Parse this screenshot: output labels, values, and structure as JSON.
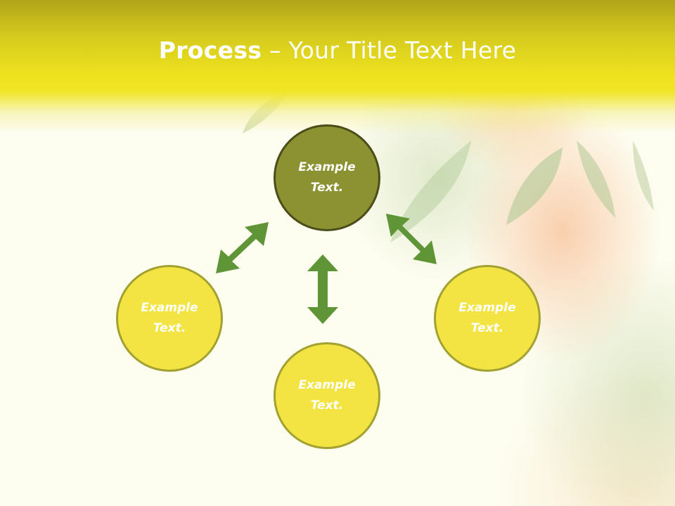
{
  "title": {
    "bold": "Process",
    "rest": " – Your Title Text Here"
  },
  "nodes": {
    "center": "Example\nText.",
    "left": "Example\nText.",
    "bottom": "Example\nText.",
    "right": "Example\nText."
  },
  "colors": {
    "header_top": "#b1a51a",
    "header_bottom": "#f1e527",
    "center_fill": "#8c9131",
    "center_border": "#4b4d18",
    "outer_fill": "#f3e444",
    "outer_border": "#a3a12f",
    "arrow": "#5f9536"
  }
}
